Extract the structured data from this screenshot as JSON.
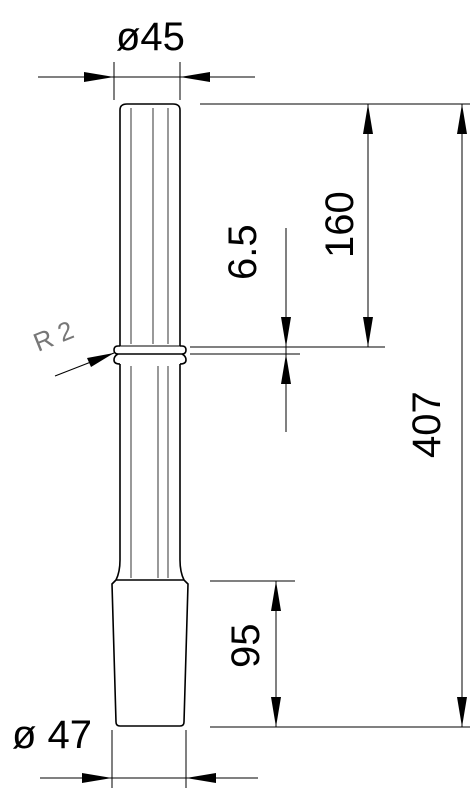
{
  "dimensions": {
    "top_diameter": "ø45",
    "bottom_diameter": "ø 47",
    "section_length": "160",
    "groove_width": "6.5",
    "total_length": "407",
    "taper_length": "95",
    "radius": "R 2"
  },
  "colors": {
    "line": "#000000",
    "radius_label": "#777777",
    "background": "#ffffff"
  }
}
